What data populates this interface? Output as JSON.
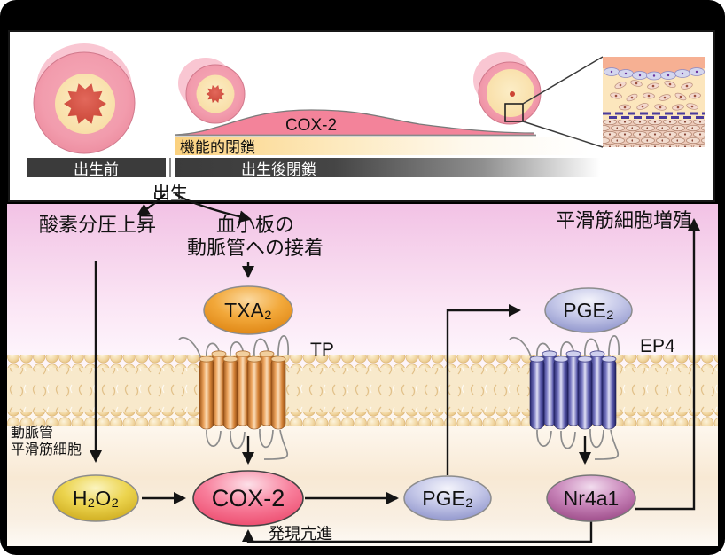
{
  "top_panel": {
    "stage_labels": {
      "prenatal": "出生前",
      "birth": "出生",
      "postnatal_closure": "出生後閉鎖",
      "functional_closure": "機能的閉鎖"
    },
    "cox2_curve_label": "COX-2"
  },
  "pathway": {
    "inputs": {
      "oxygen": "酸素分圧上昇",
      "platelet_line1": "血小板の",
      "platelet_line2": "動脈管への接着"
    },
    "nodes": {
      "txa2": "TXA₂",
      "h2o2": "H₂O₂",
      "cox2": "COX-2",
      "pge2_intracellular": "PGE₂",
      "pge2_extracellular": "PGE₂",
      "nr4a1": "Nr4a1"
    },
    "receptors": {
      "tp": "TP",
      "ep4": "EP4"
    },
    "cell_label_line1": "動脈管",
    "cell_label_line2": "平滑筋細胞",
    "outputs": {
      "proliferation": "平滑筋細胞増殖",
      "upregulation": "発現亢進"
    }
  },
  "colors": {
    "background": "#000000",
    "panel_white": "#ffffff",
    "pathway_pink_top": "#f2c2e5",
    "membrane_tan": "#f0d49e",
    "vessel_pink": "#f29cad",
    "vessel_media_cream": "#fbe7bb",
    "lumen_red": "#d44a3a",
    "txa2_orange": "#e8860b",
    "h2o2_yellow": "#d8b51e",
    "cox2_pink": "#ee4e6e",
    "pge2_lavender": "#8e93cc",
    "nr4a1_purple": "#93397f",
    "tp_receptor_brown": "#b96a28",
    "ep4_receptor_blue": "#3d3d8f",
    "timeline_bar_dark": "#3b3b3b",
    "functional_bar_yellow": "#fbd17e"
  }
}
